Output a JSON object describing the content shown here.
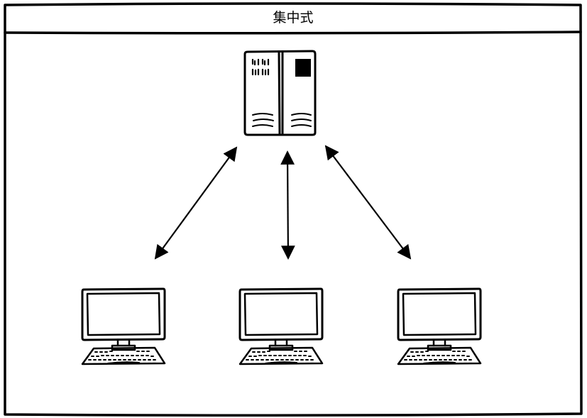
{
  "diagram": {
    "title": "集中式",
    "nodes": [
      {
        "id": "server",
        "kind": "server",
        "icon": "server-icon"
      },
      {
        "id": "client-1",
        "kind": "desktop-computer",
        "icon": "desktop-computer-icon"
      },
      {
        "id": "client-2",
        "kind": "desktop-computer",
        "icon": "desktop-computer-icon"
      },
      {
        "id": "client-3",
        "kind": "desktop-computer",
        "icon": "desktop-computer-icon"
      }
    ],
    "edges": [
      {
        "from": "server",
        "to": "client-1",
        "direction": "bidirectional"
      },
      {
        "from": "server",
        "to": "client-2",
        "direction": "bidirectional"
      },
      {
        "from": "server",
        "to": "client-3",
        "direction": "bidirectional"
      }
    ],
    "colors": {
      "stroke": "#000000",
      "background": "#ffffff"
    }
  }
}
